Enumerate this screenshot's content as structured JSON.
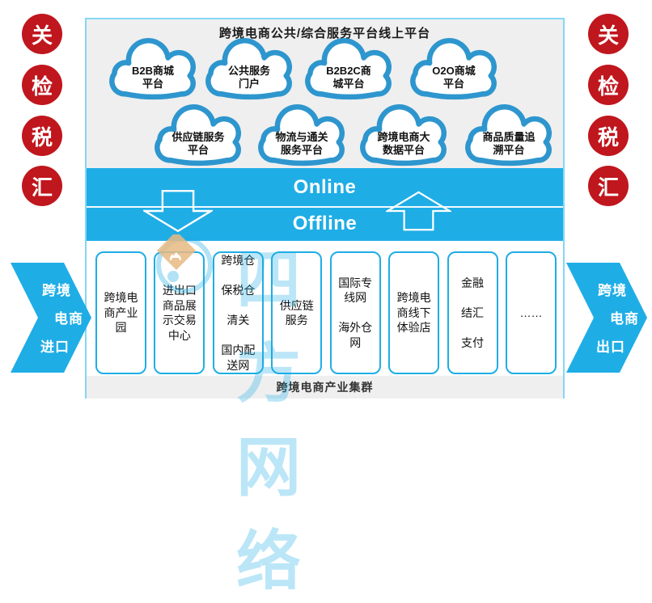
{
  "diagram": {
    "title_top": "跨境电商公共/综合服务平台线上平台",
    "rail_left": [
      "关",
      "检",
      "税",
      "汇"
    ],
    "rail_right": [
      "关",
      "检",
      "税",
      "汇"
    ],
    "clouds_row1": [
      {
        "label": "B2B商城\n平台"
      },
      {
        "label": "公共服务\n门户"
      },
      {
        "label": "B2B2C商\n城平台"
      },
      {
        "label": "O2O商城\n平台"
      }
    ],
    "clouds_row2": [
      {
        "label": "供应链服务\n平台"
      },
      {
        "label": "物流与通关\n服务平台"
      },
      {
        "label": "跨境电商大\n数据平台"
      },
      {
        "label": "商品质量追\n溯平台"
      }
    ],
    "band": {
      "online": "Online",
      "offline": "Offline"
    },
    "industry_boxes": [
      {
        "label": "跨境电\n商产业\n园"
      },
      {
        "label": "进出口\n商品展\n示交易\n中心"
      },
      {
        "label": "跨境仓\n\n保税仓\n\n清关\n\n国内配\n送网"
      },
      {
        "label": "供应链\n服务"
      },
      {
        "label": "国际专\n线网\n\n海外仓\n网"
      },
      {
        "label": "跨境电\n商线下\n体验店"
      },
      {
        "label": "金融\n\n结汇\n\n支付"
      },
      {
        "label": "……"
      }
    ],
    "industry_footer": "跨境电商产业集群",
    "import_arrow": {
      "line1": "跨境",
      "line2": "电商",
      "line3": "进口"
    },
    "export_arrow": {
      "line1": "跨境",
      "line2": "电商",
      "line3": "出口"
    },
    "watermark": "四方网络",
    "colors": {
      "band_blue": "#1FADE6",
      "cloud_stroke": "#2E96CE",
      "customs_red": "#C0161D",
      "panel_gray": "#EFEFEF",
      "panel_border": "#84D7F5"
    }
  }
}
